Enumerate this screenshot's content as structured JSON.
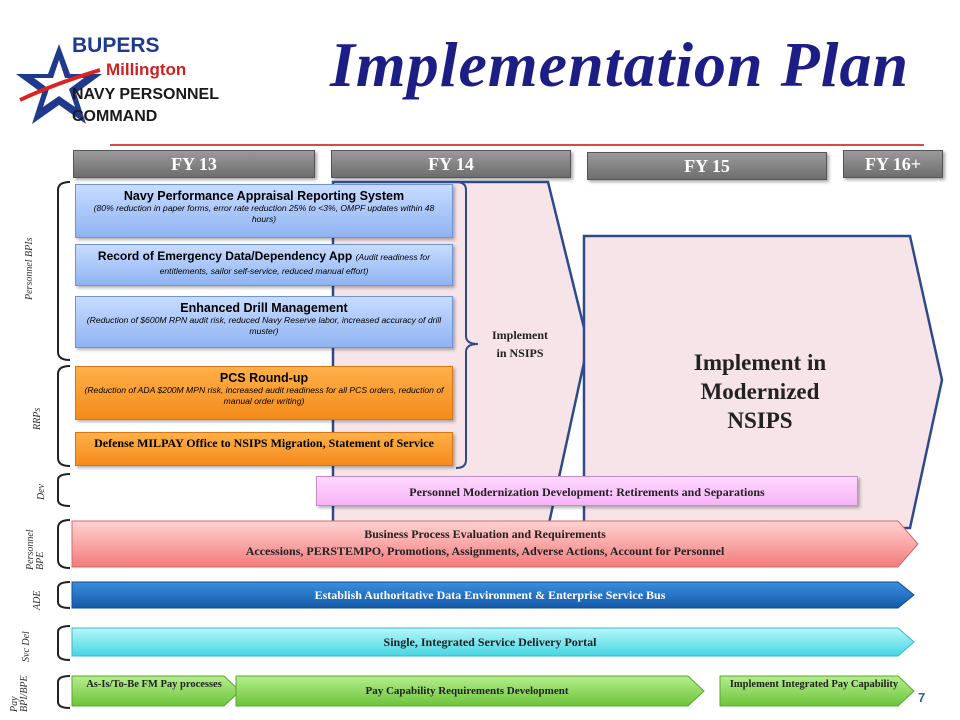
{
  "logo": {
    "line1": "BUPERS",
    "line2": "Millington",
    "line3": "NAVY PERSONNEL",
    "line4": "COMMAND"
  },
  "title": "Implementation Plan",
  "fiscal_years": [
    "FY 13",
    "FY 14",
    "FY 15",
    "FY 16+"
  ],
  "side_labels": {
    "personnel_bpis": "Personnel BPIs",
    "rrps": "RRPs",
    "dev": "Dev",
    "personnel_bpe": "Personnel BPE",
    "ade": "ADE",
    "svc_del": "Svc Del",
    "pay": "Pay BPI/BPE"
  },
  "blocks": {
    "npars": {
      "title": "Navy Performance Appraisal Reporting System",
      "sub": "(80% reduction in paper forms, error rate reduction 25% to <3%, OMPF updates within 48 hours)"
    },
    "red": {
      "title": "Record of Emergency Data/Dependency App",
      "sub": "(Audit readiness for entitlements, sailor self-service, reduced manual effort)"
    },
    "edm": {
      "title": "Enhanced Drill Management",
      "sub": "(Reduction of $600M RPN audit risk, reduced Navy Reserve labor, increased accuracy of drill muster)"
    },
    "pcs": {
      "title": "PCS Round-up",
      "sub": "(Reduction of ADA $200M MPN risk, increased audit readiness for all PCS orders, reduction of manual order writing)"
    },
    "defense": {
      "title": "Defense MILPAY Office to NSIPS Migration, Statement of Service"
    }
  },
  "implement_nsips": {
    "line1": "Implement",
    "line2": "in NSIPS"
  },
  "implement_mod": {
    "line1": "Implement in",
    "line2": "Modernized",
    "line3": "NSIPS"
  },
  "bars": {
    "dev": "Personnel Modernization Development: Retirements and Separations",
    "bpe_line1": "Business Process Evaluation and Requirements",
    "bpe_line2": "Accessions, PERSTEMPO, Promotions, Assignments, Adverse Actions, Account for Personnel",
    "ade": "Establish Authoritative Data Environment & Enterprise Service Bus",
    "svc": "Single, Integrated Service Delivery Portal",
    "pay1": "As-Is/To-Be FM Pay processes",
    "pay2": "Pay Capability Requirements Development",
    "pay3": "Implement Integrated Pay Capability"
  },
  "page_number": "7",
  "colors": {
    "title": "#1d1d86",
    "blue_box": "#8fb3f2",
    "orange_box": "#f48b1a",
    "ade_bar": "#1f6fc4",
    "svc_bar": "#5fe0ea",
    "pay_green": "#7fd24e",
    "pink_arrow": "#f6e4e8",
    "arrow_border": "#2e4a8a"
  }
}
